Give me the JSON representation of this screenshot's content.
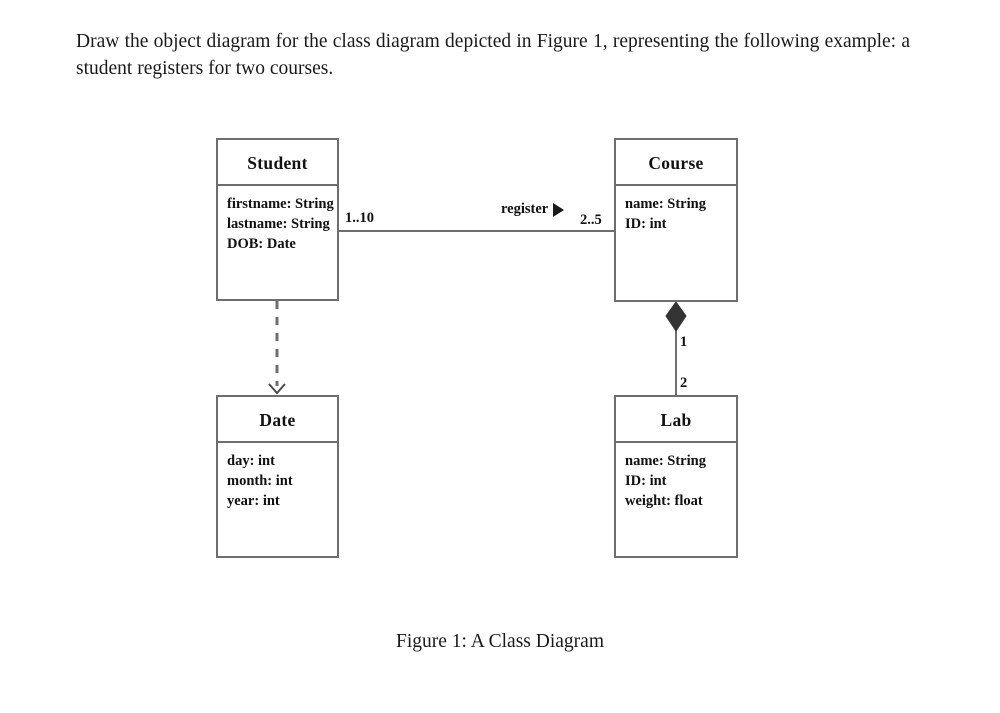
{
  "prompt": {
    "text": "Draw the object diagram for the class diagram depicted in Figure 1, representing the following example: a student registers for two courses."
  },
  "caption": {
    "text": "Figure 1: A Class Diagram"
  },
  "diagram": {
    "type": "uml-class-diagram",
    "classes": [
      {
        "id": "student",
        "name": "Student",
        "attributes": [
          "firstname: String",
          "lastname: String",
          "DOB: Date"
        ]
      },
      {
        "id": "course",
        "name": "Course",
        "attributes": [
          "name: String",
          "ID: int"
        ]
      },
      {
        "id": "date",
        "name": "Date",
        "attributes": [
          "day: int",
          "month: int",
          "year: int"
        ]
      },
      {
        "id": "lab",
        "name": "Lab",
        "attributes": [
          "name: String",
          "ID: int",
          "weight: float"
        ]
      }
    ],
    "relationships": [
      {
        "id": "student-course",
        "kind": "association",
        "from": "Student",
        "to": "Course",
        "label": "register",
        "direction_marker": "filled-right-triangle",
        "source_multiplicity": "1..10",
        "target_multiplicity": "2..5"
      },
      {
        "id": "course-lab",
        "kind": "composition",
        "from": "Course",
        "to": "Lab",
        "diamond": "filled",
        "source_multiplicity": "1",
        "target_multiplicity": "2"
      },
      {
        "id": "student-date",
        "kind": "dependency",
        "from": "Student",
        "to": "Date",
        "line_style": "dashed",
        "arrowhead": "open"
      }
    ]
  },
  "colors": {
    "box_border": "#6e6e6e",
    "edge_line": "#6e6e6e",
    "text": "#111111",
    "diamond_fill": "#333333",
    "page_background": "#ffffff"
  }
}
